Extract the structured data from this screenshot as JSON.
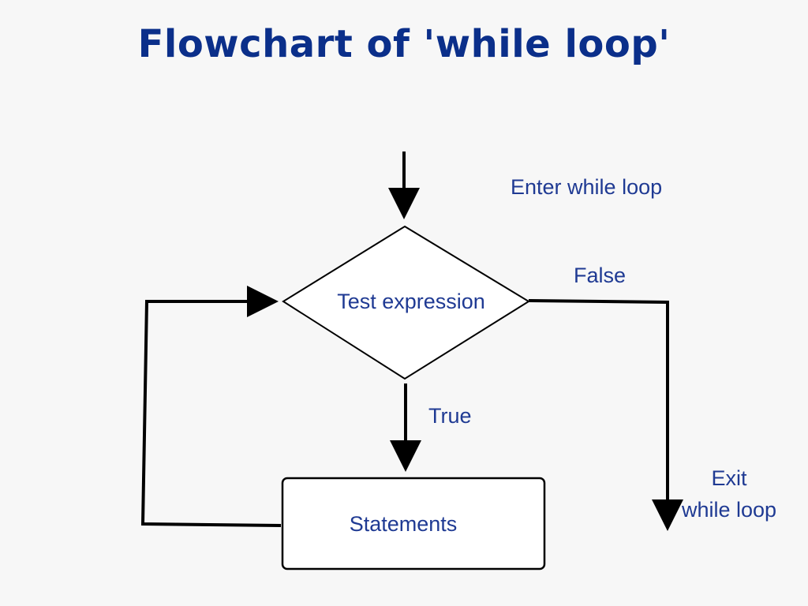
{
  "title": "Flowchart of 'while loop'",
  "nodes": {
    "decision": "Test expression",
    "process": "Statements"
  },
  "labels": {
    "enter": "Enter while loop",
    "false": "False",
    "true": "True",
    "exit_line1": "Exit",
    "exit_line2": "while loop"
  },
  "colors": {
    "title": "#0b2f8a",
    "text": "#1f3a93",
    "stroke": "#000000",
    "background": "#f7f7f7"
  }
}
